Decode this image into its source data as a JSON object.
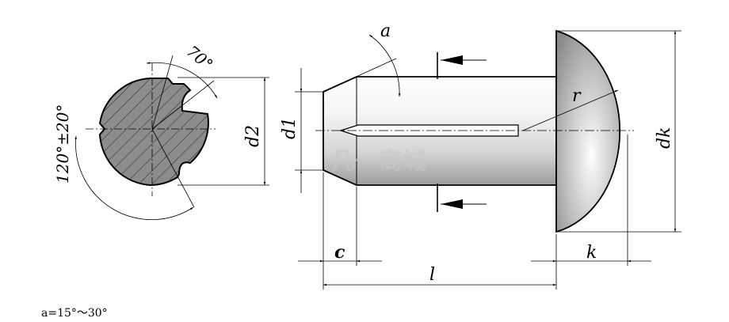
{
  "labels": {
    "angle_70": "70°",
    "angle_a": "a",
    "angle_120": "120°±20°",
    "d2": "d2",
    "d1": "d1",
    "dk": "dk",
    "r": "r",
    "c": "c",
    "k": "k",
    "l": "l"
  },
  "note": "a=15°～30°",
  "watermark": "凡一商城",
  "colors": {
    "line": "#000000",
    "section_fill": "#8c8c8c",
    "background": "#ffffff"
  }
}
